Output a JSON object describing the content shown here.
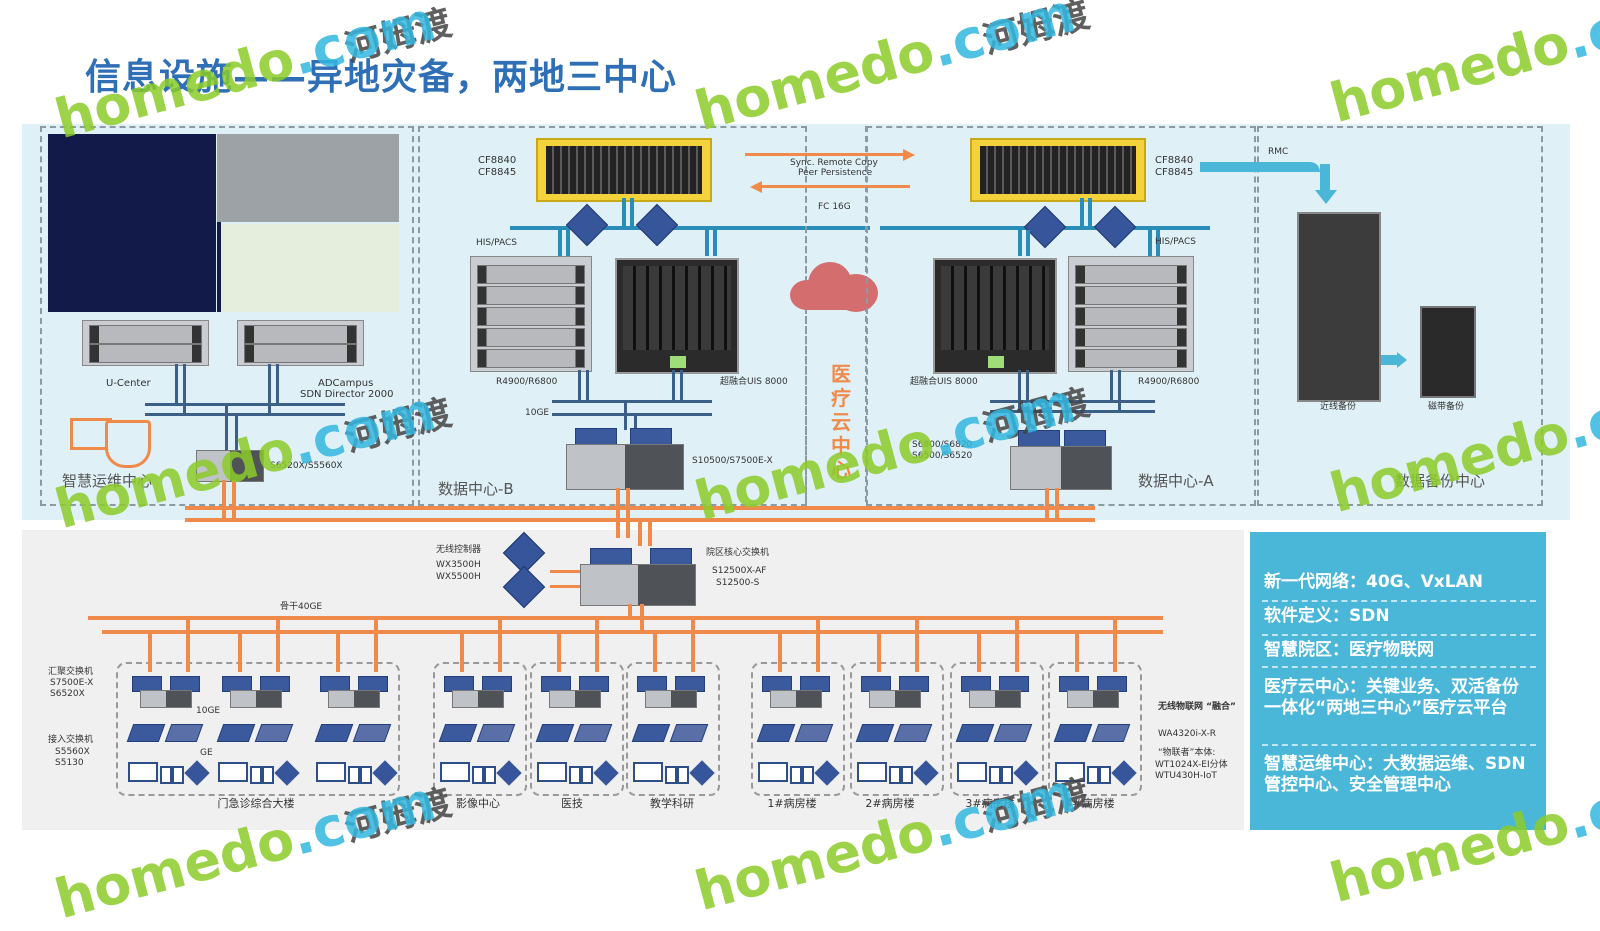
{
  "title": "信息设施——异地灾备，两地三中心",
  "watermark": {
    "brand": "homedo",
    "domain": ".com",
    "cn": "河姆渡"
  },
  "colors": {
    "title": "#2e6fb5",
    "accent_orange": "#f08a4b",
    "fiber_blue": "#2a8db8",
    "info_panel": "#4ab6d8",
    "top_bg": "#dff0f7",
    "bottom_bg": "#f0f0f0"
  },
  "ops_center": {
    "name": "智慧运维中心",
    "server1_label": "U-Center",
    "server2_label_line1": "ADCampus",
    "server2_label_line2": "SDN Director 2000",
    "switch_label": "S6520X/S5560X"
  },
  "dc_b": {
    "name": "数据中心-B",
    "storage_label_line1": "CF8840",
    "storage_label_line2": "CF8845",
    "his_label": "HIS/PACS",
    "rack_label": "R4900/R6800",
    "blade_label": "超融合UIS 8000",
    "link_label": "10GE",
    "core_label": "S10500/S7500E-X"
  },
  "cloud_center": {
    "name": "医疗云中心",
    "sync_label_line1": "Sync. Remote Copy",
    "sync_label_line2": "Peer Persistence",
    "fc_label": "FC 16G"
  },
  "dc_a": {
    "name": "数据中心-A",
    "storage_label_line1": "CF8840",
    "storage_label_line2": "CF8845",
    "his_label": "HIS/PACS",
    "blade_label": "超融合UIS 8000",
    "rack_label": "R4900/R6800",
    "core_label_line1": "S6800/S6820",
    "core_label_line2": "S6500/S6520"
  },
  "backup_center": {
    "name": "数据备份中心",
    "rmc_label": "RMC",
    "nearline_label": "近线备份",
    "tape_label": "磁带备份"
  },
  "campus": {
    "wireless_ctrl_label": "无线控制器",
    "wireless_ctrl_model1": "WX3500H",
    "wireless_ctrl_model2": "WX5500H",
    "core_label": "院区核心交换机",
    "core_model1": "S12500X-AF",
    "core_model2": "S12500-S",
    "backbone_label": "骨干40GE",
    "agg_label": "汇聚交换机",
    "agg_model1": "S7500E-X",
    "agg_model2": "S6520X",
    "access_label": "接入交换机",
    "access_model1": "S5560X",
    "access_model2": "S5130",
    "link_10ge": "10GE",
    "link_ge": "GE",
    "buildings": [
      {
        "name": "门急诊综合大楼"
      },
      {
        "name": "影像中心"
      },
      {
        "name": "医技"
      },
      {
        "name": "教学科研"
      },
      {
        "name": "1#病房楼"
      },
      {
        "name": "2#病房楼"
      },
      {
        "name": "3#病房楼"
      },
      {
        "name": "4#病房楼"
      }
    ],
    "iot_title": "无线物联网 “融合”",
    "iot_model": "WA4320i-X-R",
    "iot_sub": "“物联者”本体:",
    "iot_model2": "WT1024X-EI分体",
    "iot_model3": "WTU430H-IoT"
  },
  "info_panel": {
    "items": [
      "新一代网络：40G、VxLAN",
      "软件定义：SDN",
      "智慧院区：医疗物联网",
      "医疗云中心：关键业务、双活备份一体化“两地三中心”医疗云平台",
      "智慧运维中心：大数据运维、SDN管控中心、安全管理中心"
    ]
  }
}
